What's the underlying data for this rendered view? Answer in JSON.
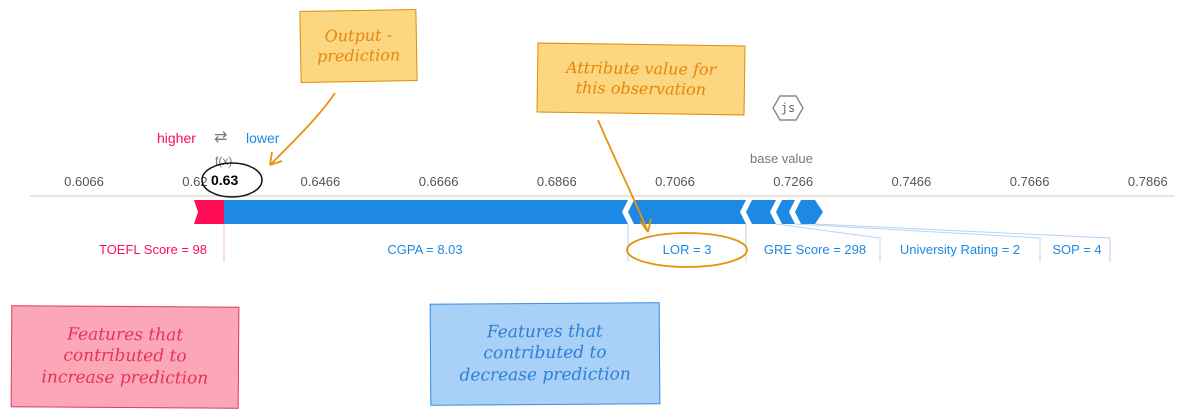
{
  "legend": {
    "higher": "higher",
    "arrow": "⇄",
    "lower": "lower"
  },
  "output": {
    "label": "f(x)",
    "value": "0.63"
  },
  "base": {
    "label": "base value"
  },
  "badge": {
    "text": "js"
  },
  "axis": {
    "ticks": [
      {
        "label": "0.6066",
        "value": 0.6066
      },
      {
        "label": "0.6266",
        "value": 0.6266
      },
      {
        "label": "0.6466",
        "value": 0.6466
      },
      {
        "label": "0.6666",
        "value": 0.6666
      },
      {
        "label": "0.6866",
        "value": 0.6866
      },
      {
        "label": "0.7066",
        "value": 0.7066
      },
      {
        "label": "0.7266",
        "value": 0.7266
      },
      {
        "label": "0.7466",
        "value": 0.7466
      },
      {
        "label": "0.7666",
        "value": 0.7666
      },
      {
        "label": "0.7866",
        "value": 0.7866
      }
    ]
  },
  "features": {
    "positive": [
      {
        "label": "TOEFL Score = 98"
      }
    ],
    "negative": [
      {
        "label": "CGPA = 8.03"
      },
      {
        "label": "LOR = 3"
      },
      {
        "label": "GRE Score = 298"
      },
      {
        "label": "University Rating = 2"
      },
      {
        "label": "SOP = 4"
      }
    ]
  },
  "callouts": {
    "output_prediction": "Output -\nprediction",
    "attribute_value": "Attribute value for\nthis observation",
    "increase": "Features that\ncontributed to\nincrease prediction",
    "decrease": "Features that\ncontributed to\ndecrease prediction"
  },
  "colors": {
    "positive": "#ff0d57",
    "negative": "#1e88e5",
    "note_yellow": "#fcd680",
    "note_pink": "#fca7b8",
    "note_blue": "#a9d0f7"
  }
}
